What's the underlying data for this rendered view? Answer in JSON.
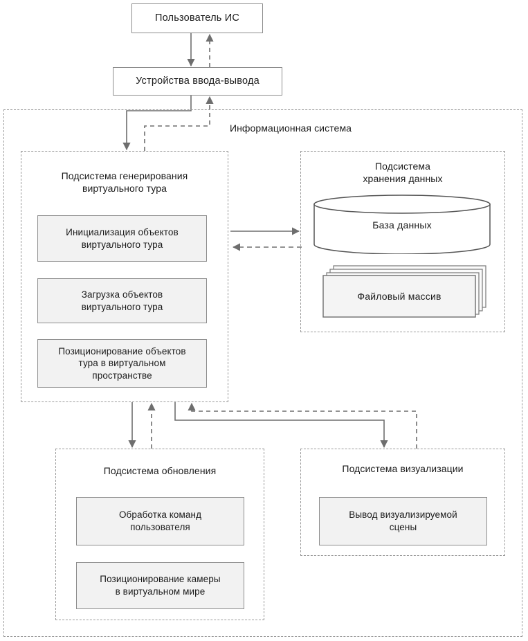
{
  "diagram": {
    "type": "block-diagram",
    "language": "ru",
    "colors": {
      "background": "#ffffff",
      "solid_border": "#8c8c8c",
      "dashed_border": "#9a9a9a",
      "box_fill": "#f2f2f2",
      "line": "#6e6e6e",
      "text": "#1a1a1a"
    }
  },
  "nodes": {
    "user": {
      "label": "Пользователь ИС"
    },
    "io_devices": {
      "label": "Устройства ввода-вывода"
    },
    "information_system": {
      "label": "Информационная система"
    },
    "generation_subsystem": {
      "label": "Подсистема генерирования\nвиртуального тура",
      "blocks": [
        {
          "label": "Инициализация объектов\nвиртуального тура"
        },
        {
          "label": "Загрузка объектов\nвиртуального тура"
        },
        {
          "label": "Позиционирование объектов\nтура в виртуальном\nпространстве"
        }
      ]
    },
    "storage_subsystem": {
      "label": "Подсистема\nхранения данных",
      "database": {
        "label": "База данных"
      },
      "file_array": {
        "label": "Файловый массив"
      }
    },
    "update_subsystem": {
      "label": "Подсистема обновления",
      "blocks": [
        {
          "label": "Обработка команд\nпользователя"
        },
        {
          "label": "Позиционирование камеры\nв виртуальном мире"
        }
      ]
    },
    "visualization_subsystem": {
      "label": "Подсистема визуализации",
      "blocks": [
        {
          "label": "Вывод визуализируемой\nсцены"
        }
      ]
    }
  },
  "edges": [
    {
      "from": "user",
      "to": "io_devices",
      "style": "solid",
      "direction": "down"
    },
    {
      "from": "io_devices",
      "to": "user",
      "style": "dashed",
      "direction": "up"
    },
    {
      "from": "io_devices",
      "to": "generation_subsystem",
      "style": "solid",
      "direction": "down"
    },
    {
      "from": "generation_subsystem",
      "to": "io_devices",
      "style": "dashed",
      "direction": "up"
    },
    {
      "from": "generation_subsystem",
      "to": "storage_subsystem",
      "style": "solid",
      "direction": "right"
    },
    {
      "from": "storage_subsystem",
      "to": "generation_subsystem",
      "style": "dashed",
      "direction": "left"
    },
    {
      "from": "generation_subsystem",
      "to": "update_subsystem",
      "style": "solid",
      "direction": "down"
    },
    {
      "from": "update_subsystem",
      "to": "generation_subsystem",
      "style": "dashed",
      "direction": "up"
    },
    {
      "from": "generation_subsystem",
      "to": "visualization_subsystem",
      "style": "solid",
      "direction": "down"
    },
    {
      "from": "visualization_subsystem",
      "to": "generation_subsystem",
      "style": "dashed",
      "direction": "up"
    }
  ]
}
